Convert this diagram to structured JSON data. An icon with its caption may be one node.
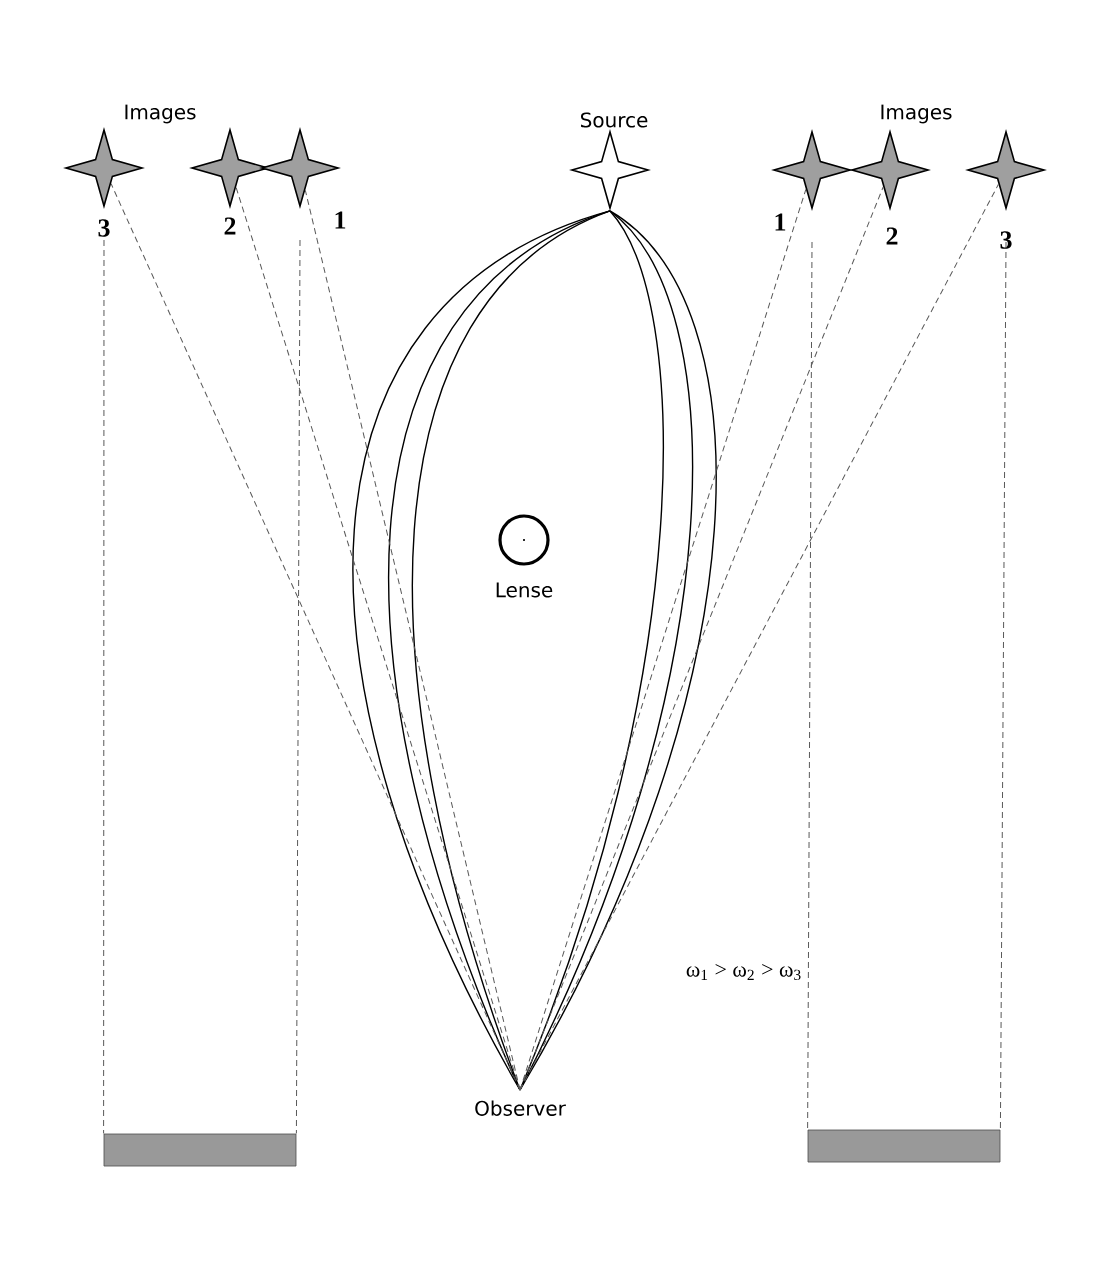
{
  "diagram": {
    "nodes": [
      {
        "text": [],
        "shape": "star",
        "beside": [
          "3"
        ]
      },
      {
        "text": [],
        "shape": "star",
        "beside": [
          "2"
        ]
      },
      {
        "text": [],
        "shape": "star",
        "beside": [
          "1"
        ]
      },
      {
        "text": [],
        "shape": "star",
        "beside": [
          "Source"
        ]
      },
      {
        "text": [],
        "shape": "star",
        "beside": [
          "1"
        ]
      },
      {
        "text": [],
        "shape": "star",
        "beside": [
          "2"
        ]
      },
      {
        "text": [],
        "shape": "star",
        "beside": [
          "3"
        ]
      },
      {
        "text": [],
        "shape": "circle",
        "beside": [
          "Lense"
        ]
      },
      {
        "text": [
          "Observer"
        ]
      },
      {
        "text": [],
        "shape": "bar"
      },
      {
        "text": [],
        "shape": "bar"
      }
    ],
    "edges": [
      {
        "from": 3,
        "to": 8,
        "arrow": "none"
      },
      {
        "from": 3,
        "to": 8,
        "arrow": "none"
      },
      {
        "from": 3,
        "to": 8,
        "arrow": "none"
      },
      {
        "from": 3,
        "to": 8,
        "arrow": "none"
      },
      {
        "from": 3,
        "to": 8,
        "arrow": "none"
      },
      {
        "from": 3,
        "to": 8,
        "arrow": "none"
      },
      {
        "from": 8,
        "to": 0,
        "arrow": "none",
        "style": "dashed"
      },
      {
        "from": 8,
        "to": 1,
        "arrow": "none",
        "style": "dashed"
      },
      {
        "from": 8,
        "to": 2,
        "arrow": "none",
        "style": "dashed"
      },
      {
        "from": 8,
        "to": 4,
        "arrow": "none",
        "style": "dashed"
      },
      {
        "from": 8,
        "to": 5,
        "arrow": "none",
        "style": "dashed"
      },
      {
        "from": 8,
        "to": 6,
        "arrow": "none",
        "style": "dashed"
      },
      {
        "from": 0,
        "to": 9,
        "arrow": "none",
        "style": "dashed"
      },
      {
        "from": 2,
        "to": 9,
        "arrow": "none",
        "style": "dashed"
      },
      {
        "from": 4,
        "to": 10,
        "arrow": "none",
        "style": "dashed"
      },
      {
        "from": 6,
        "to": 10,
        "arrow": "none",
        "style": "dashed"
      }
    ],
    "labels": [
      "Images",
      "Images",
      "ω$_{1}$ > ω$_{2}$ > ω$_{3}$"
    ]
  }
}
